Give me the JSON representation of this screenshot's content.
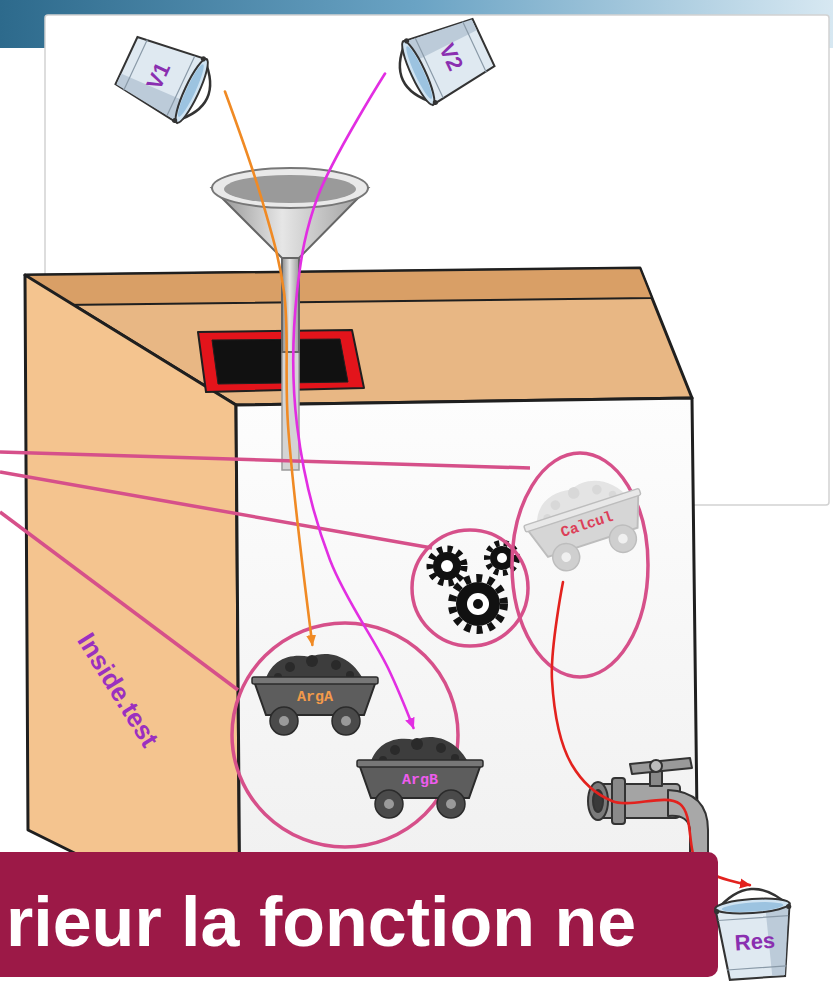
{
  "diagram": {
    "nodes": [
      {
        "text": [
          "V1"
        ]
      },
      {
        "text": [
          "V2"
        ]
      },
      {
        "text": [
          "Inside.test"
        ]
      },
      {
        "text": [
          "ArgA"
        ],
        "in": 2
      },
      {
        "text": [
          "ArgB"
        ],
        "in": 2
      },
      {
        "text": [
          "Calcul"
        ],
        "in": 2
      },
      {
        "text": [
          "Res"
        ]
      },
      {
        "text": [
          "rieur la fonction ne"
        ]
      }
    ],
    "edges": [
      {
        "from": 0,
        "to": 3,
        "arrow": "to"
      },
      {
        "from": 1,
        "to": 4,
        "arrow": "to"
      },
      {
        "from": 5,
        "to": 6,
        "arrow": "to"
      }
    ]
  }
}
